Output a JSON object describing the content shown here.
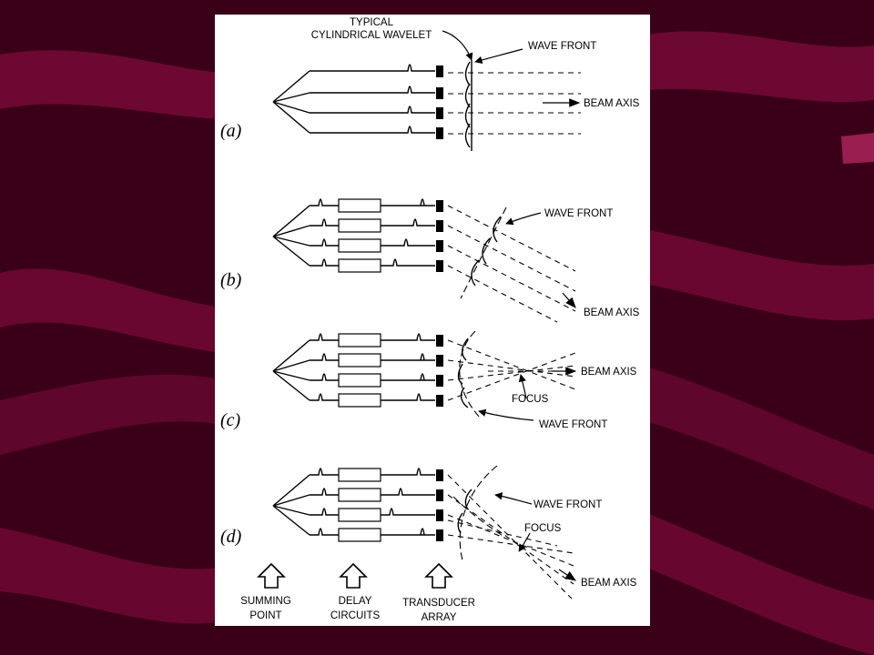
{
  "colors": {
    "background": "#3a0018",
    "ribbon": "#7a0a3a",
    "ribbon_light": "#9a1e50",
    "panel": "#ffffff",
    "ink": "#000000"
  },
  "panels": [
    {
      "label": "(a)",
      "annotations": {
        "wavelet": [
          "TYPICAL",
          "CYLINDRICAL WAVELET"
        ],
        "wave_front": "WAVE FRONT",
        "beam_axis": "BEAM AXIS"
      }
    },
    {
      "label": "(b)",
      "annotations": {
        "wave_front": "WAVE FRONT",
        "beam_axis": "BEAM AXIS"
      }
    },
    {
      "label": "(c)",
      "annotations": {
        "beam_axis": "BEAM AXIS",
        "focus": "FOCUS",
        "wave_front": "WAVE FRONT"
      }
    },
    {
      "label": "(d)",
      "annotations": {
        "wave_front": "WAVE FRONT",
        "focus": "FOCUS",
        "beam_axis": "BEAM AXIS"
      }
    }
  ],
  "legend": {
    "summing_point": [
      "SUMMING",
      "POINT"
    ],
    "delay_circuits": [
      "DELAY",
      "CIRCUITS"
    ],
    "transducer_array": [
      "TRANSDUCER",
      "ARRAY"
    ]
  }
}
